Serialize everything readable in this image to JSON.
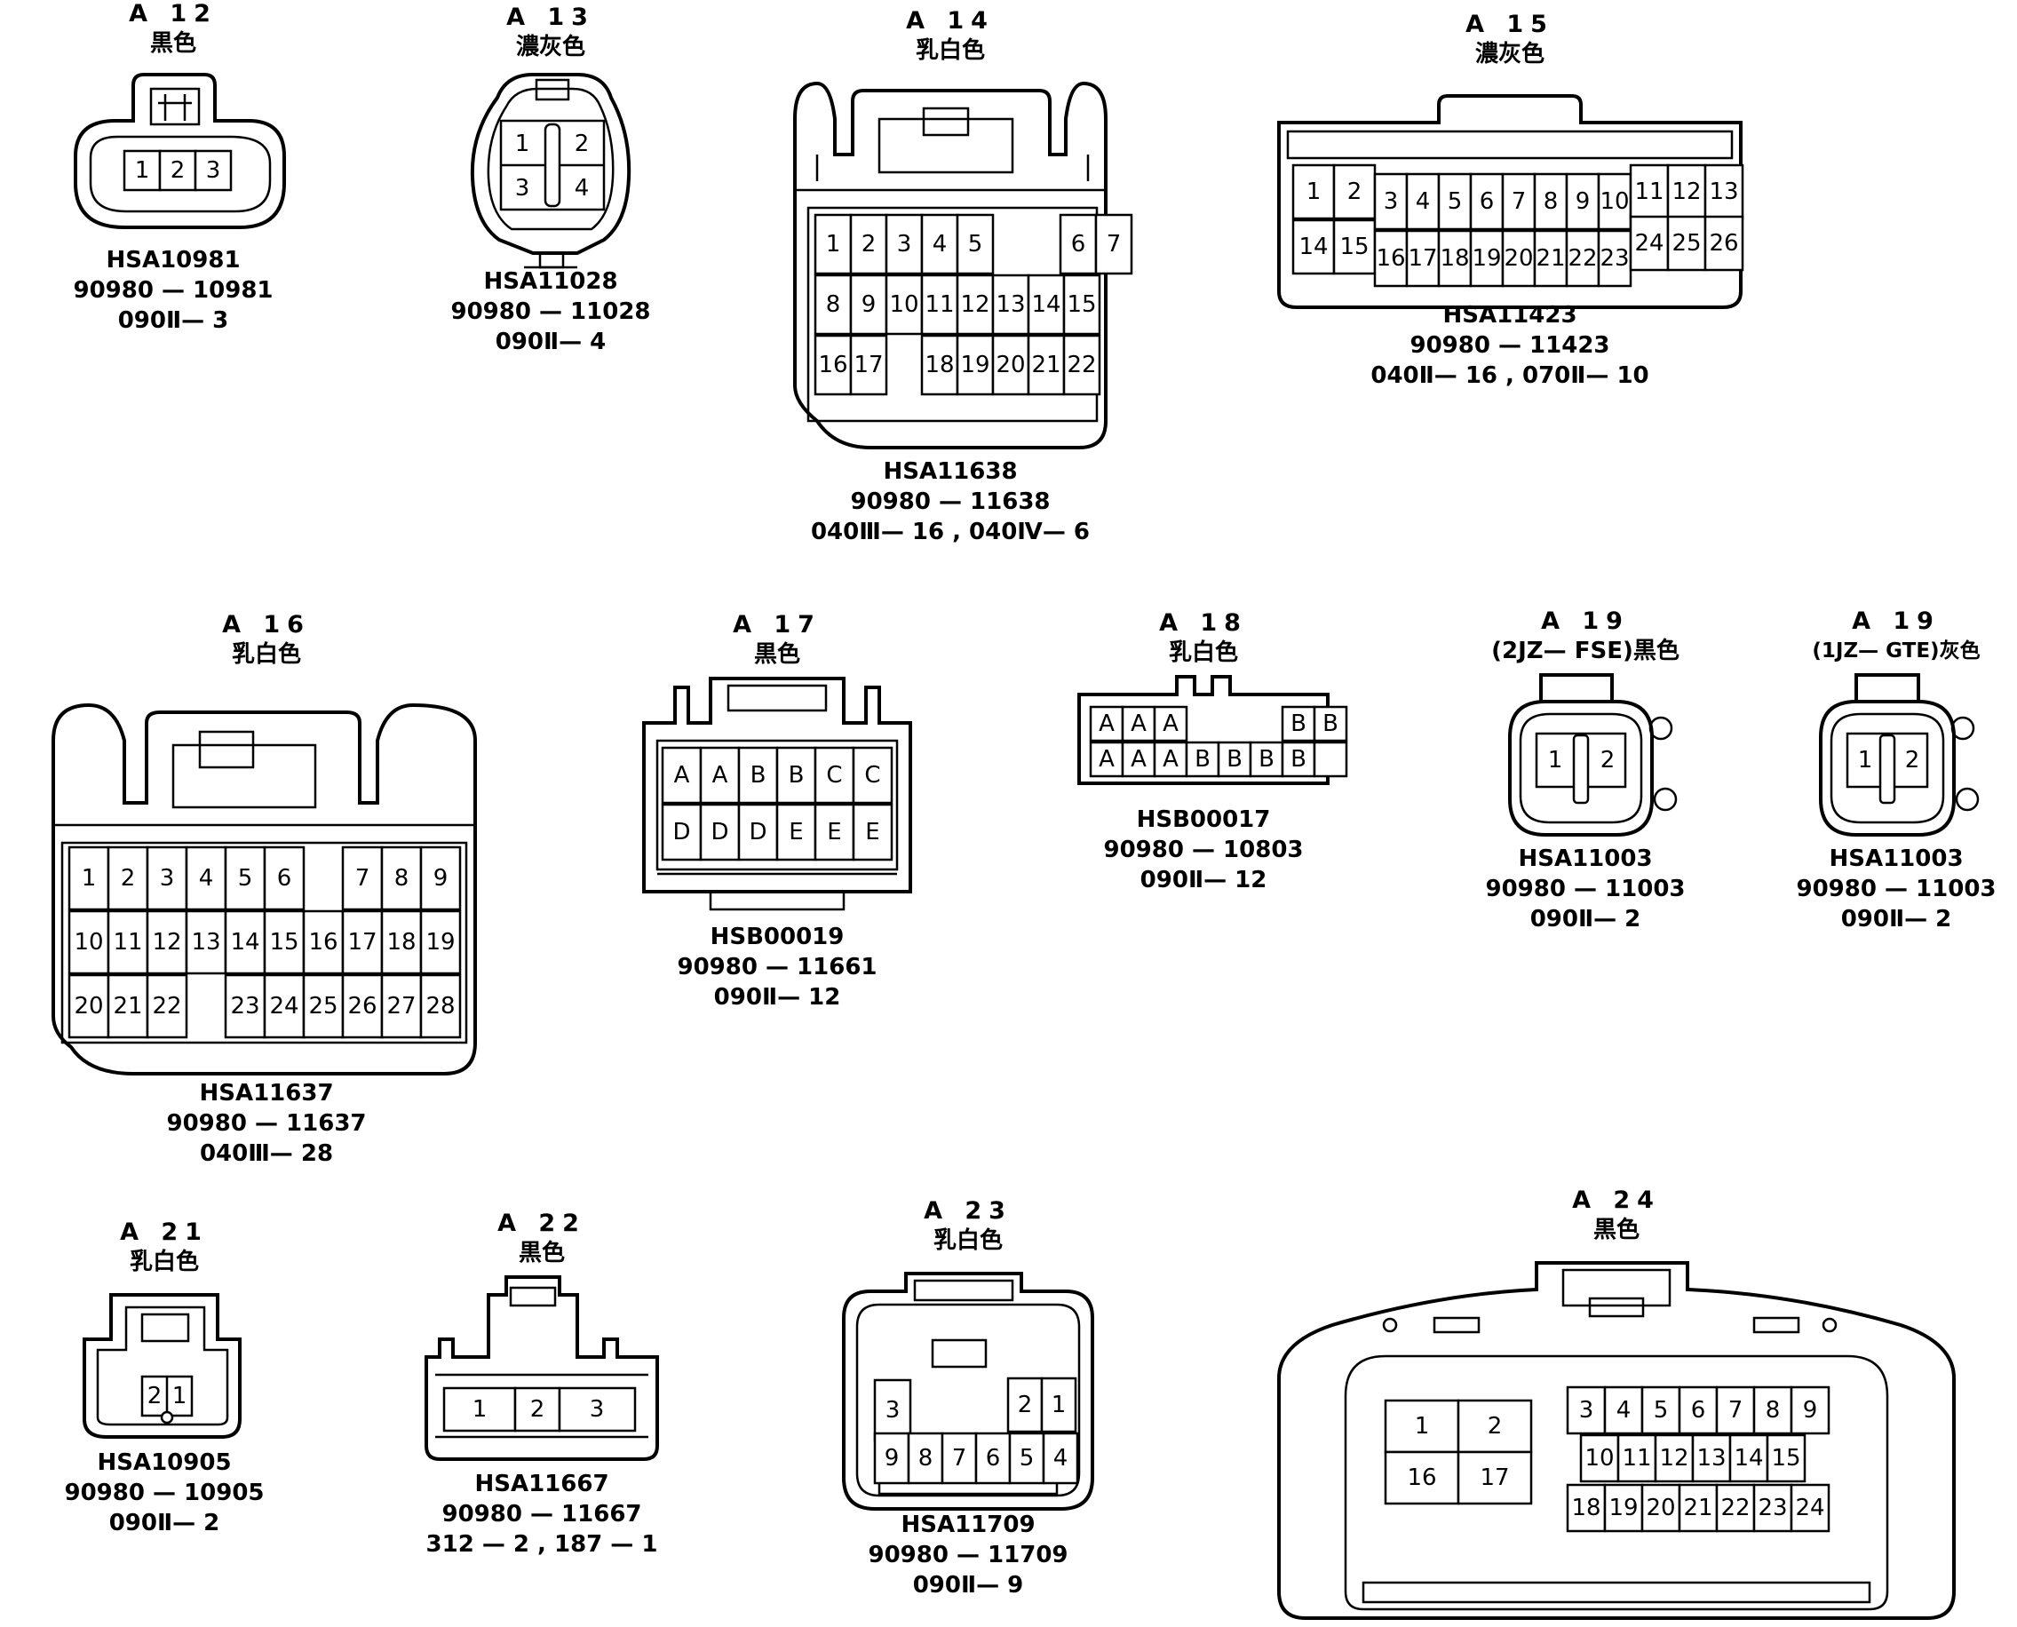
{
  "connectors": [
    {
      "id": "A 12",
      "color": "黒色",
      "hsa": "HSA10981",
      "part": "90980 — 10981",
      "code": "090Ⅱ— 3",
      "pins": [
        "1",
        "2",
        "3"
      ]
    },
    {
      "id": "A 13",
      "color": "濃灰色",
      "hsa": "HSA11028",
      "part": "90980 — 11028",
      "code": "090Ⅱ— 4",
      "pins": [
        "1",
        "2",
        "3",
        "4"
      ]
    },
    {
      "id": "A 14",
      "color": "乳白色",
      "hsa": "HSA11638",
      "part": "90980 — 11638",
      "code": "040Ⅲ— 16 , 040Ⅳ— 6",
      "pins": [
        "1",
        "2",
        "3",
        "4",
        "5",
        "6",
        "7",
        "8",
        "9",
        "10",
        "11",
        "12",
        "13",
        "14",
        "15",
        "16",
        "17",
        "18",
        "19",
        "20",
        "21",
        "22"
      ]
    },
    {
      "id": "A 15",
      "color": "濃灰色",
      "hsa": "HSA11423",
      "part": "90980 — 11423",
      "code": "040Ⅱ— 16 , 070Ⅱ— 10",
      "pins": [
        "1",
        "2",
        "3",
        "4",
        "5",
        "6",
        "7",
        "8",
        "9",
        "10",
        "11",
        "12",
        "13",
        "14",
        "15",
        "16",
        "17",
        "18",
        "19",
        "20",
        "21",
        "22",
        "23",
        "24",
        "25",
        "26"
      ]
    },
    {
      "id": "A 16",
      "color": "乳白色",
      "hsa": "HSA11637",
      "part": "90980 — 11637",
      "code": "040Ⅲ— 28",
      "pins": [
        "1",
        "2",
        "3",
        "4",
        "5",
        "6",
        "7",
        "8",
        "9",
        "10",
        "11",
        "12",
        "13",
        "14",
        "15",
        "16",
        "17",
        "18",
        "19",
        "20",
        "21",
        "22",
        "23",
        "24",
        "25",
        "26",
        "27",
        "28"
      ]
    },
    {
      "id": "A 17",
      "color": "黒色",
      "hsa": "HSB00019",
      "part": "90980 — 11661",
      "code": "090Ⅱ— 12",
      "pins": [
        "A",
        "A",
        "B",
        "B",
        "C",
        "C",
        "D",
        "D",
        "D",
        "E",
        "E",
        "E"
      ]
    },
    {
      "id": "A 18",
      "color": "乳白色",
      "hsa": "HSB00017",
      "part": "90980 — 10803",
      "code": "090Ⅱ— 12",
      "pins": [
        "A",
        "A",
        "A",
        "B",
        "B",
        "A",
        "A",
        "A",
        "B",
        "B",
        "B",
        "B"
      ]
    },
    {
      "id": "A 19",
      "color": "(2JZ— FSE)黒色",
      "hsa": "HSA11003",
      "part": "90980 — 11003",
      "code": "090Ⅱ— 2",
      "pins": [
        "1",
        "2"
      ]
    },
    {
      "id": "A 19",
      "color": "(1JZ— GTE)灰色",
      "hsa": "HSA11003",
      "part": "90980 — 11003",
      "code": "090Ⅱ— 2",
      "pins": [
        "1",
        "2"
      ]
    },
    {
      "id": "A 21",
      "color": "乳白色",
      "hsa": "HSA10905",
      "part": "90980 — 10905",
      "code": "090Ⅱ— 2",
      "pins": [
        "2",
        "1"
      ]
    },
    {
      "id": "A 22",
      "color": "黒色",
      "hsa": "HSA11667",
      "part": "90980 — 11667",
      "code": "312 — 2 , 187 — 1",
      "pins": [
        "1",
        "2",
        "3"
      ]
    },
    {
      "id": "A 23",
      "color": "乳白色",
      "hsa": "HSA11709",
      "part": "90980 — 11709",
      "code": "090Ⅱ— 9",
      "pins": [
        "3",
        "2",
        "1",
        "9",
        "8",
        "7",
        "6",
        "5",
        "4"
      ]
    },
    {
      "id": "A 24",
      "color": "黒色",
      "pins": [
        "1",
        "2",
        "16",
        "17",
        "3",
        "4",
        "5",
        "6",
        "7",
        "8",
        "9",
        "10",
        "11",
        "12",
        "13",
        "14",
        "15",
        "18",
        "19",
        "20",
        "21",
        "22",
        "23",
        "24"
      ]
    }
  ]
}
